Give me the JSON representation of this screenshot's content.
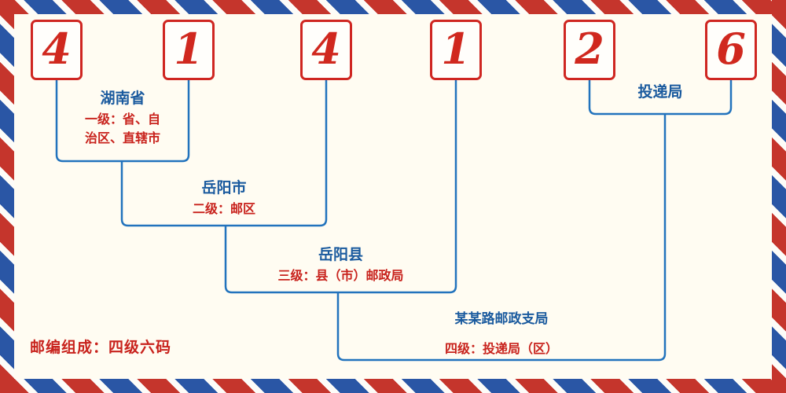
{
  "postal_code": {
    "digits": [
      "4",
      "1",
      "4",
      "1",
      "2",
      "6"
    ]
  },
  "levels": [
    {
      "name": "湖南省",
      "desc_lines": [
        "一级：省、自",
        "治区、直辖市"
      ]
    },
    {
      "name": "岳阳市",
      "desc_lines": [
        "二级：邮区"
      ]
    },
    {
      "name": "岳阳县",
      "desc_lines": [
        "三级：县（市）邮政局"
      ]
    },
    {
      "name": "某某路邮政支局",
      "desc_lines": [
        "四级：投递局（区）"
      ]
    },
    {
      "name": "投递局",
      "desc_lines": []
    }
  ],
  "caption": "邮编组成：四级六码",
  "colors": {
    "digit_red": "#d0281e",
    "box_border_red": "#cf2621",
    "label_blue": "#1a5a9e",
    "desc_red": "#c8221c",
    "line_blue": "#2273bd",
    "stripe_red": "#c5352c",
    "stripe_blue": "#2a56a5",
    "background": "#fffcf2"
  }
}
